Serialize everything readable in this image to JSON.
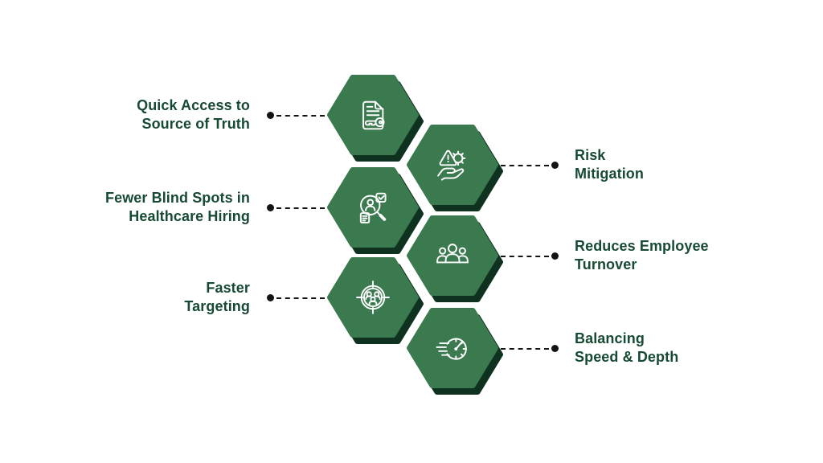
{
  "background_color": "#ffffff",
  "theme": {
    "hex_fill": "#3B7A4F",
    "hex_shadow": "#0F3220",
    "label_color": "#174A33",
    "connector_color": "#141414"
  },
  "items": [
    {
      "id": "quick-access-source-of-truth",
      "side": "left",
      "line1": "Quick Access to",
      "line2": "Source of Truth",
      "icon": "document-key-icon"
    },
    {
      "id": "risk-mitigation",
      "side": "right",
      "line1": "Risk",
      "line2": "Mitigation",
      "icon": "hand-warning-gear-icon"
    },
    {
      "id": "fewer-blind-spots",
      "side": "left",
      "line1": "Fewer Blind Spots in",
      "line2": "Healthcare Hiring",
      "icon": "magnifier-candidate-check-icon"
    },
    {
      "id": "reduces-employee-turnover",
      "side": "right",
      "line1": "Reduces Employee",
      "line2": "Turnover",
      "icon": "people-group-icon"
    },
    {
      "id": "faster-targeting",
      "side": "left",
      "line1": "Faster",
      "line2": "Targeting",
      "icon": "target-people-icon"
    },
    {
      "id": "balancing-speed-depth",
      "side": "right",
      "line1": "Balancing",
      "line2": "Speed & Depth",
      "icon": "speedometer-icon"
    }
  ]
}
